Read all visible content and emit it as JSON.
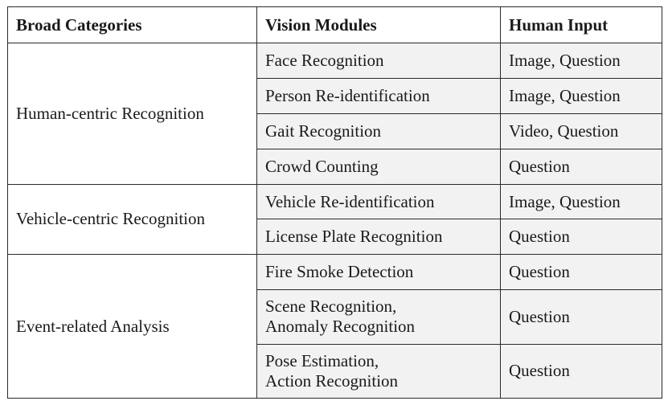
{
  "table": {
    "headers": [
      "Broad Categories",
      "Vision Modules",
      "Human Input"
    ],
    "groups": [
      {
        "category": "Human-centric Recognition",
        "rows": [
          {
            "module": [
              "Face Recognition"
            ],
            "input": "Image, Question"
          },
          {
            "module": [
              "Person Re-identification"
            ],
            "input": "Image, Question"
          },
          {
            "module": [
              "Gait Recognition"
            ],
            "input": "Video, Question"
          },
          {
            "module": [
              "Crowd Counting"
            ],
            "input": "Question"
          }
        ]
      },
      {
        "category": "Vehicle-centric Recognition",
        "rows": [
          {
            "module": [
              "Vehicle Re-identification"
            ],
            "input": "Image, Question"
          },
          {
            "module": [
              "License Plate Recognition"
            ],
            "input": "Question"
          }
        ]
      },
      {
        "category": "Event-related Analysis",
        "rows": [
          {
            "module": [
              "Fire Smoke Detection"
            ],
            "input": "Question"
          },
          {
            "module": [
              "Scene Recognition,",
              "Anomaly Recognition"
            ],
            "input": "Question"
          },
          {
            "module": [
              "Pose Estimation,",
              "Action Recognition"
            ],
            "input": "Question"
          }
        ]
      }
    ]
  }
}
